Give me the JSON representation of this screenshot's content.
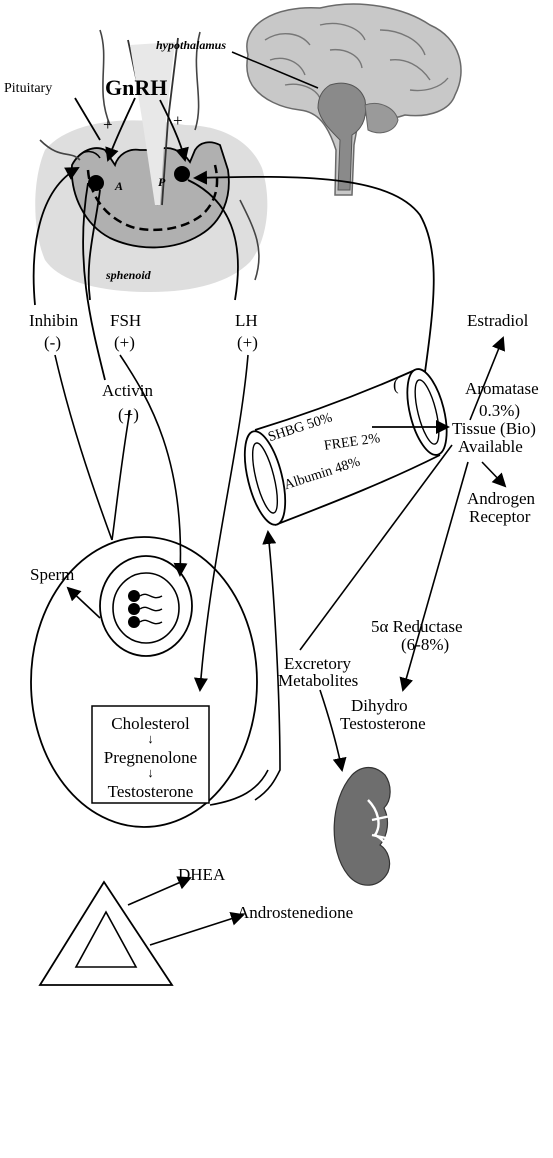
{
  "labels": {
    "hypothalamus": "hypothalamus",
    "pituitary": "Pituitary",
    "gnrh": "GnRH",
    "plus_left": "+",
    "plus_right": "+",
    "anterior": "A",
    "posterior": "P",
    "sphenoid": "sphenoid",
    "inhibin": "Inhibin",
    "inhibin_sign": "(-)",
    "fsh": "FSH",
    "fsh_sign": "(+)",
    "lh": "LH",
    "lh_sign": "(+)",
    "activin": "Activin",
    "activin_sign": "(+)",
    "estradiol": "Estradiol",
    "aromatase": "Aromatase",
    "aromatase_pct": "0.3%)",
    "paren": "(",
    "shbg": "SHBG 50%",
    "free": "FREE 2%",
    "albumin": "Albumin 48%",
    "tissue": "Tissue (Bio)",
    "available": "Available",
    "androgen": "Androgen",
    "receptor": "Receptor",
    "sperm": "Sperm",
    "reductase": "5α Reductase",
    "reductase_pct": "(6-8%)",
    "excretory": "Excretory",
    "metabolites": "Metabolites",
    "dihydro": "Dihydro",
    "testosterone_dht": "Testosterone",
    "cholesterol": "Cholesterol",
    "pregnenolone": "Pregnenolone",
    "testosterone": "Testosterone",
    "step_arrow_1": "↓",
    "step_arrow_2": "↓",
    "dhea": "DHEA",
    "androstenedione": "Androstenedione"
  },
  "colors": {
    "ink": "#000000",
    "brain": "#c8c8c8",
    "brain_dark": "#8a8a8a",
    "pituitary_fill": "#b0b0b0",
    "sphenoid_fill": "#dedede",
    "kidney": "#6e6e6e"
  }
}
